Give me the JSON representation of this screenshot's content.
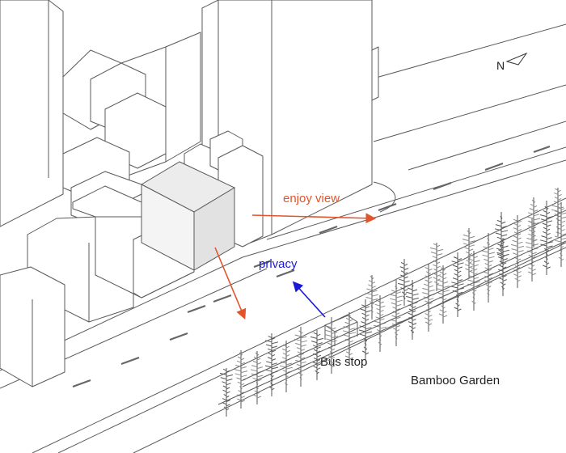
{
  "labels": {
    "north": "N",
    "enjoy_view": "enjoy view",
    "privacy": "privacy",
    "bus_stop": "Bus stop",
    "bamboo_garden": "Bamboo Garden"
  },
  "colors": {
    "enjoy_view": "#e2542b",
    "privacy": "#1a1ad6",
    "text": "#222222",
    "line": "#5a5a5a",
    "highlight_building": "#ececec"
  },
  "icons": {
    "north": "north-arrow-icon",
    "bus_stop": "bus-shelter-icon",
    "tree": "bamboo-tree-icon"
  }
}
